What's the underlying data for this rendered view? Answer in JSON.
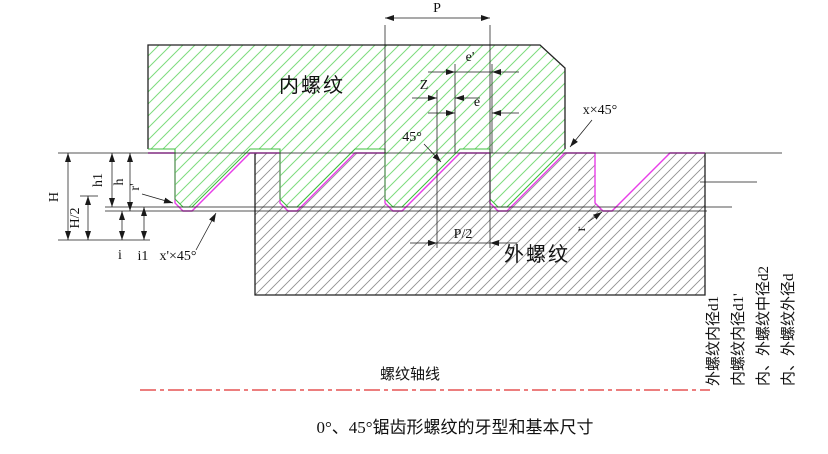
{
  "diagram": {
    "caption": "0°、45°锯齿形螺纹的牙型和基本尺寸",
    "regions": {
      "internal_thread": "内螺纹",
      "external_thread": "外螺纹",
      "thread_axis": "螺纹轴线"
    },
    "dims_top": {
      "pitch": "P",
      "e_prime": "e'",
      "z": "Z",
      "e": "e",
      "angle_45": "45°",
      "chamfer_x": "x×45°"
    },
    "dims_left": {
      "H": "H",
      "H_half": "H/2",
      "h1": "h1",
      "h": "h",
      "r_prime": "r'",
      "i": "i",
      "i1": "i1",
      "chamfer_x_prime": "x'×45°"
    },
    "dims_mid": {
      "half_pitch": "P/2",
      "r": "r"
    },
    "diameters": {
      "d1": "外螺纹内径d1",
      "d1_prime": "内螺纹内径d1'",
      "d2": "内、外螺纹中径d2",
      "d": "内、外螺纹外径d"
    },
    "colors": {
      "internal_hatch": "#7ddc7d",
      "internal_profile": "#3fbf3f",
      "external_hatch": "#909090",
      "profile": "#e83ee8",
      "axis": "#e03030",
      "line": "#1a1a1a"
    }
  }
}
